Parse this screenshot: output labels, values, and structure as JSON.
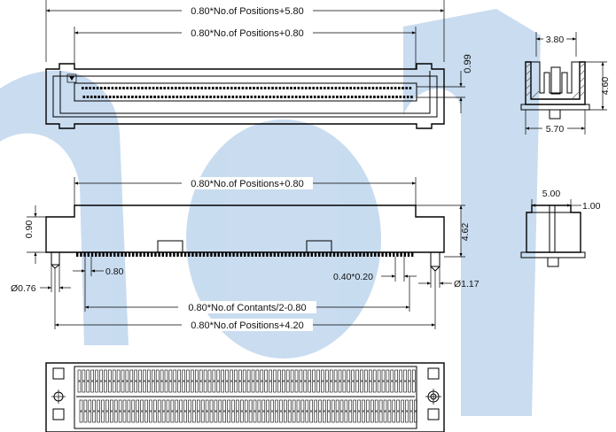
{
  "watermark": {
    "color": "#9cc0e4"
  },
  "top_view": {
    "dim_overall": "0.80*No.of Positions+5.80",
    "dim_inner": "0.80*No.of Positions+0.80",
    "dim_height": "0.99"
  },
  "side_view_top": {
    "dim_width_top": "3.80",
    "dim_height": "4.60",
    "dim_width_bottom": "5.70"
  },
  "front_view": {
    "dim_inner": "0.80*No.of Positions+0.80",
    "dim_left_height": "0.90",
    "dim_right_height": "4.62",
    "dim_pitch": "0.80",
    "dim_peg_left": "Ø0.76",
    "dim_offset": "0.40*0.20",
    "dim_peg_right": "Ø1.17",
    "dim_contacts": "0.80*No.of Contants/2-0.80",
    "dim_overall": "0.80*No.of Positions+4.20"
  },
  "side_view_bottom": {
    "dim_width": "5.00",
    "dim_offset": "1.00"
  }
}
